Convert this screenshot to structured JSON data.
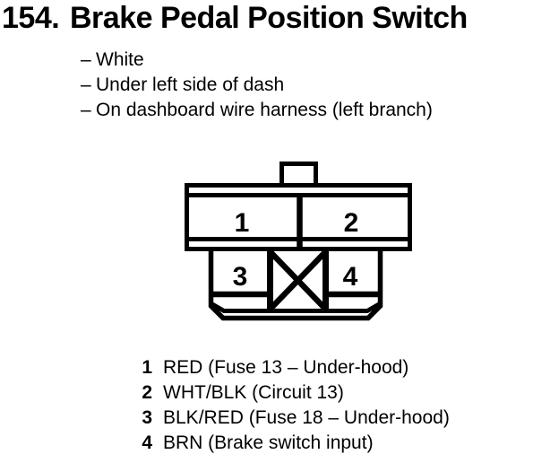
{
  "page": {
    "background_color": "#ffffff",
    "ink_color": "#000000"
  },
  "title": {
    "number": "154.",
    "text": "Brake Pedal Position Switch"
  },
  "details": {
    "bullet_char": "–",
    "items": [
      "White",
      "Under left side of dash",
      "On dashboard wire harness (left branch)"
    ]
  },
  "connector": {
    "pins": {
      "pin1": "1",
      "pin2": "2",
      "pin3": "3",
      "pin4": "4"
    }
  },
  "legend": {
    "rows": [
      {
        "pin": "1",
        "desc": "RED (Fuse 13 – Under-hood)"
      },
      {
        "pin": "2",
        "desc": "WHT/BLK (Circuit 13)"
      },
      {
        "pin": "3",
        "desc": "BLK/RED (Fuse 18 – Under-hood)"
      },
      {
        "pin": "4",
        "desc": "BRN (Brake switch input)"
      }
    ]
  }
}
